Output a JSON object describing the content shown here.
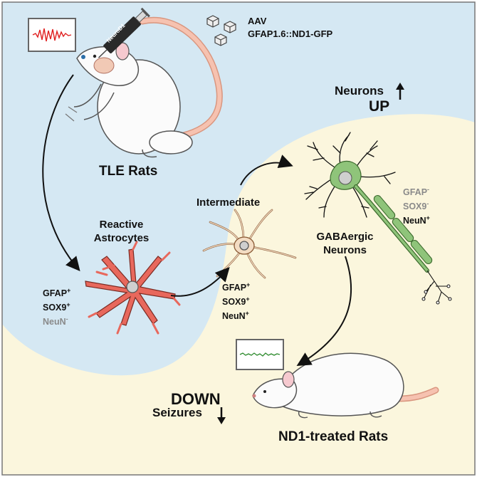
{
  "virus": {
    "name": "AAV",
    "construct": "GFAP1.6::ND1-GFP"
  },
  "syringe_label": "NeuroD1",
  "rats": {
    "tle": "TLE Rats",
    "treated": "ND1-treated Rats"
  },
  "cells": {
    "reactive": "Reactive Astrocytes",
    "intermediate": "Intermediate",
    "gaba": "GABAergic Neurons"
  },
  "outcomes": {
    "neurons_label": "Neurons",
    "neurons_change": "UP",
    "seizures_label": "Seizures",
    "seizures_change": "DOWN"
  },
  "markers": {
    "reactive": [
      {
        "name": "GFAP",
        "sign": "+"
      },
      {
        "name": "SOX9",
        "sign": "+"
      },
      {
        "name": "NeuN",
        "sign": "-"
      }
    ],
    "intermediate": [
      {
        "name": "GFAP",
        "sign": "+"
      },
      {
        "name": "SOX9",
        "sign": "+"
      },
      {
        "name": "NeuN",
        "sign": "+"
      }
    ],
    "neuron": [
      {
        "name": "GFAP",
        "sign": "-"
      },
      {
        "name": "SOX9",
        "sign": "-"
      },
      {
        "name": "NeuN",
        "sign": "+"
      }
    ]
  },
  "colors": {
    "blue_region": "#d5e8f3",
    "yellow_region": "#fbf6dd",
    "astrocyte": "#e8685c",
    "intermediate_cell": "#f3dcc3",
    "neuron": "#8fc47a",
    "eeg_seizure": "#e02020",
    "eeg_normal": "#2e8b2e"
  },
  "icons": [
    "syringe-icon",
    "virus-icon",
    "arrow-up-icon",
    "arrow-down-icon",
    "eeg-monitor-icon"
  ]
}
